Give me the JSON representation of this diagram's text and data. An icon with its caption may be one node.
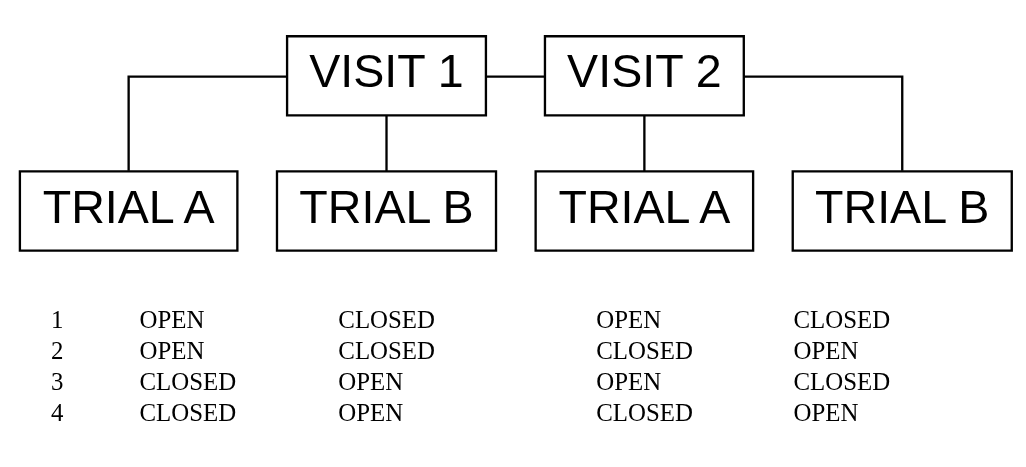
{
  "diagram": {
    "nodes": [
      {
        "text": [
          "VISIT 1"
        ]
      },
      {
        "text": [
          "VISIT 2"
        ]
      },
      {
        "text": [
          "TRIAL A"
        ],
        "beside": [
          "OPEN",
          "OPEN",
          "CLOSED",
          "CLOSED"
        ]
      },
      {
        "text": [
          "TRIAL B"
        ],
        "beside": [
          "CLOSED",
          "CLOSED",
          "OPEN",
          "OPEN"
        ]
      },
      {
        "text": [
          "TRIAL A"
        ],
        "beside": [
          "OPEN",
          "CLOSED",
          "OPEN",
          "CLOSED"
        ]
      },
      {
        "text": [
          "TRIAL B"
        ],
        "beside": [
          "CLOSED",
          "OPEN",
          "CLOSED",
          "OPEN"
        ]
      }
    ],
    "edges": [
      {
        "from": 0,
        "to": 1,
        "arrow": "none"
      },
      {
        "from": 0,
        "to": 2,
        "arrow": "none"
      },
      {
        "from": 0,
        "to": 3,
        "arrow": "none"
      },
      {
        "from": 1,
        "to": 4,
        "arrow": "none"
      },
      {
        "from": 1,
        "to": 5,
        "arrow": "none"
      }
    ],
    "labels": [
      "1",
      "2",
      "3",
      "4"
    ]
  }
}
